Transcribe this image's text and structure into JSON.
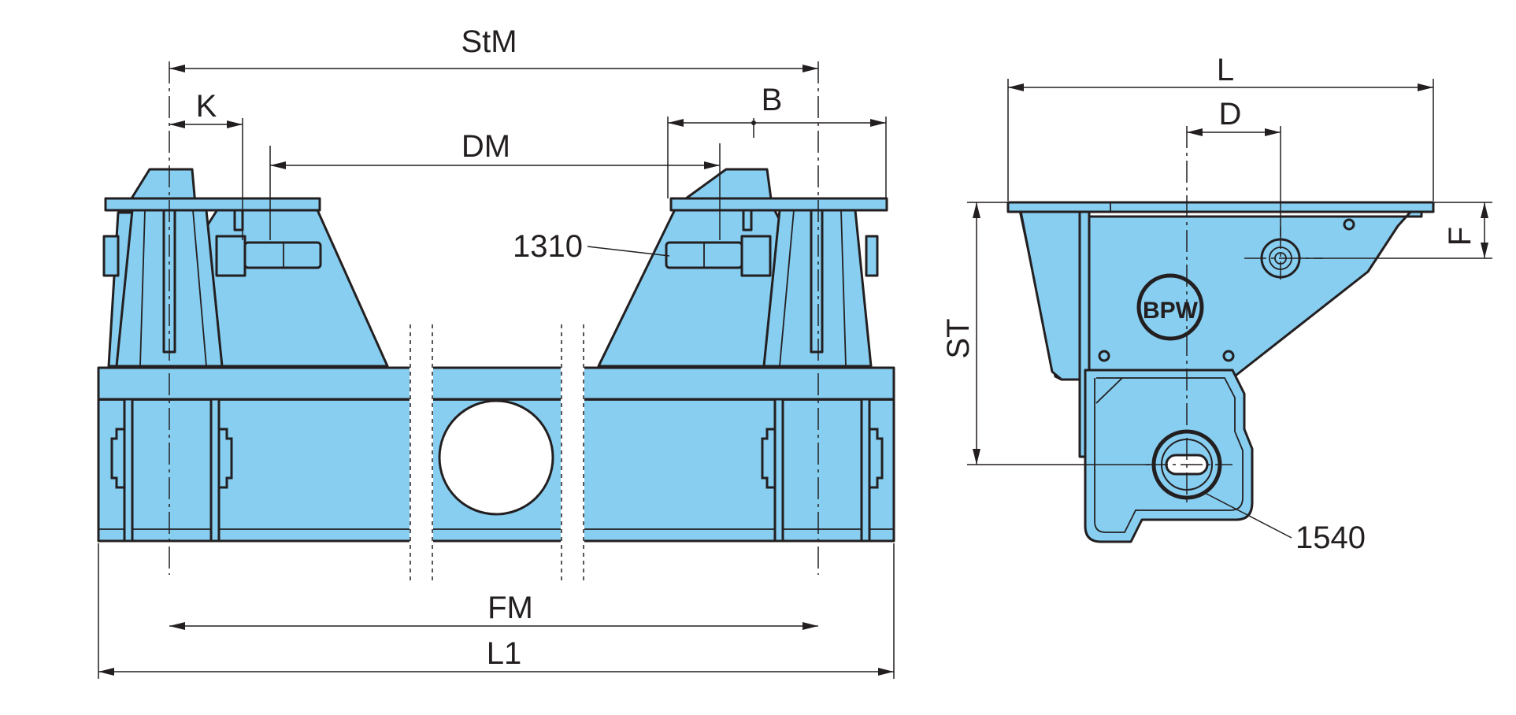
{
  "dimensions": {
    "StM": "StM",
    "K": "K",
    "B": "B",
    "DM": "DM",
    "FM": "FM",
    "L1": "L1",
    "L": "L",
    "D": "D",
    "F": "F",
    "ST": "ST"
  },
  "parts": {
    "pin": "1310",
    "slot": "1540"
  },
  "logo": {
    "text": "BPW"
  },
  "colors": {
    "body": "#87cef0",
    "line": "#231f20",
    "background": "#ffffff"
  }
}
